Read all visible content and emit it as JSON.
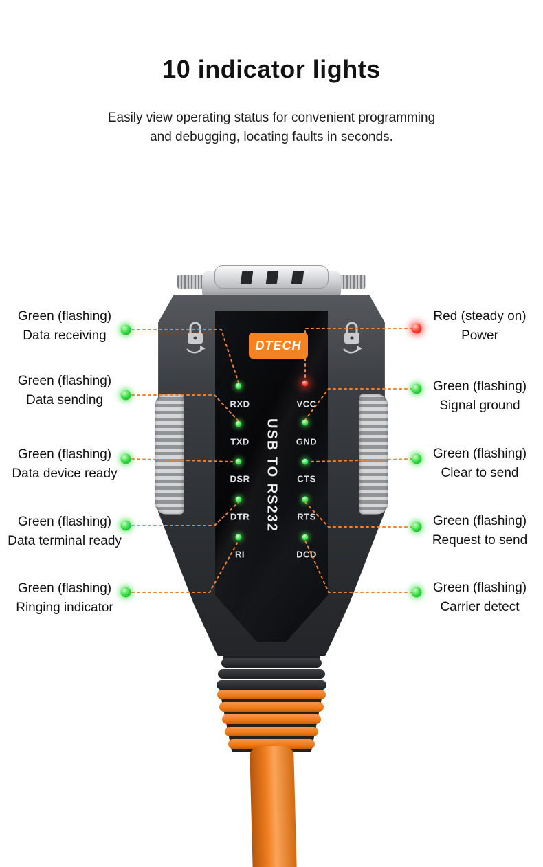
{
  "header": {
    "title": "10 indicator lights",
    "subtitle_line1": "Easily view operating status for convenient programming",
    "subtitle_line2": "and debugging, locating faults in seconds."
  },
  "device": {
    "brand": "DTECH",
    "panel_label": "USB TO RS232",
    "leds": [
      {
        "label": "RXD",
        "color": "green"
      },
      {
        "label": "VCC",
        "color": "red"
      },
      {
        "label": "TXD",
        "color": "green"
      },
      {
        "label": "GND",
        "color": "green"
      },
      {
        "label": "DSR",
        "color": "green"
      },
      {
        "label": "CTS",
        "color": "green"
      },
      {
        "label": "DTR",
        "color": "green"
      },
      {
        "label": "RTS",
        "color": "green"
      },
      {
        "label": "RI",
        "color": "green"
      },
      {
        "label": "DCD",
        "color": "green"
      }
    ]
  },
  "callouts": {
    "left": [
      {
        "status": "Green (flashing)",
        "name": "Data receiving",
        "dot": "green",
        "led": "RXD"
      },
      {
        "status": "Green (flashing)",
        "name": "Data sending",
        "dot": "green",
        "led": "TXD"
      },
      {
        "status": "Green (flashing)",
        "name": "Data device ready",
        "dot": "green",
        "led": "DSR"
      },
      {
        "status": "Green (flashing)",
        "name": "Data terminal ready",
        "dot": "green",
        "led": "DTR"
      },
      {
        "status": "Green (flashing)",
        "name": "Ringing indicator",
        "dot": "green",
        "led": "RI"
      }
    ],
    "right": [
      {
        "status": "Red (steady on)",
        "name": "Power",
        "dot": "red",
        "led": "VCC"
      },
      {
        "status": "Green (flashing)",
        "name": "Signal ground",
        "dot": "green",
        "led": "GND"
      },
      {
        "status": "Green (flashing)",
        "name": "Clear to send",
        "dot": "green",
        "led": "CTS"
      },
      {
        "status": "Green (flashing)",
        "name": "Request to send",
        "dot": "green",
        "led": "RTS"
      },
      {
        "status": "Green (flashing)",
        "name": "Carrier detect",
        "dot": "green",
        "led": "DCD"
      }
    ]
  },
  "colors": {
    "green_led": "#35e04a",
    "red_led": "#ff2a2a",
    "leader_line": "#f08330",
    "brand_orange": "#f5821f",
    "cable_orange": "#ef7d1e"
  }
}
